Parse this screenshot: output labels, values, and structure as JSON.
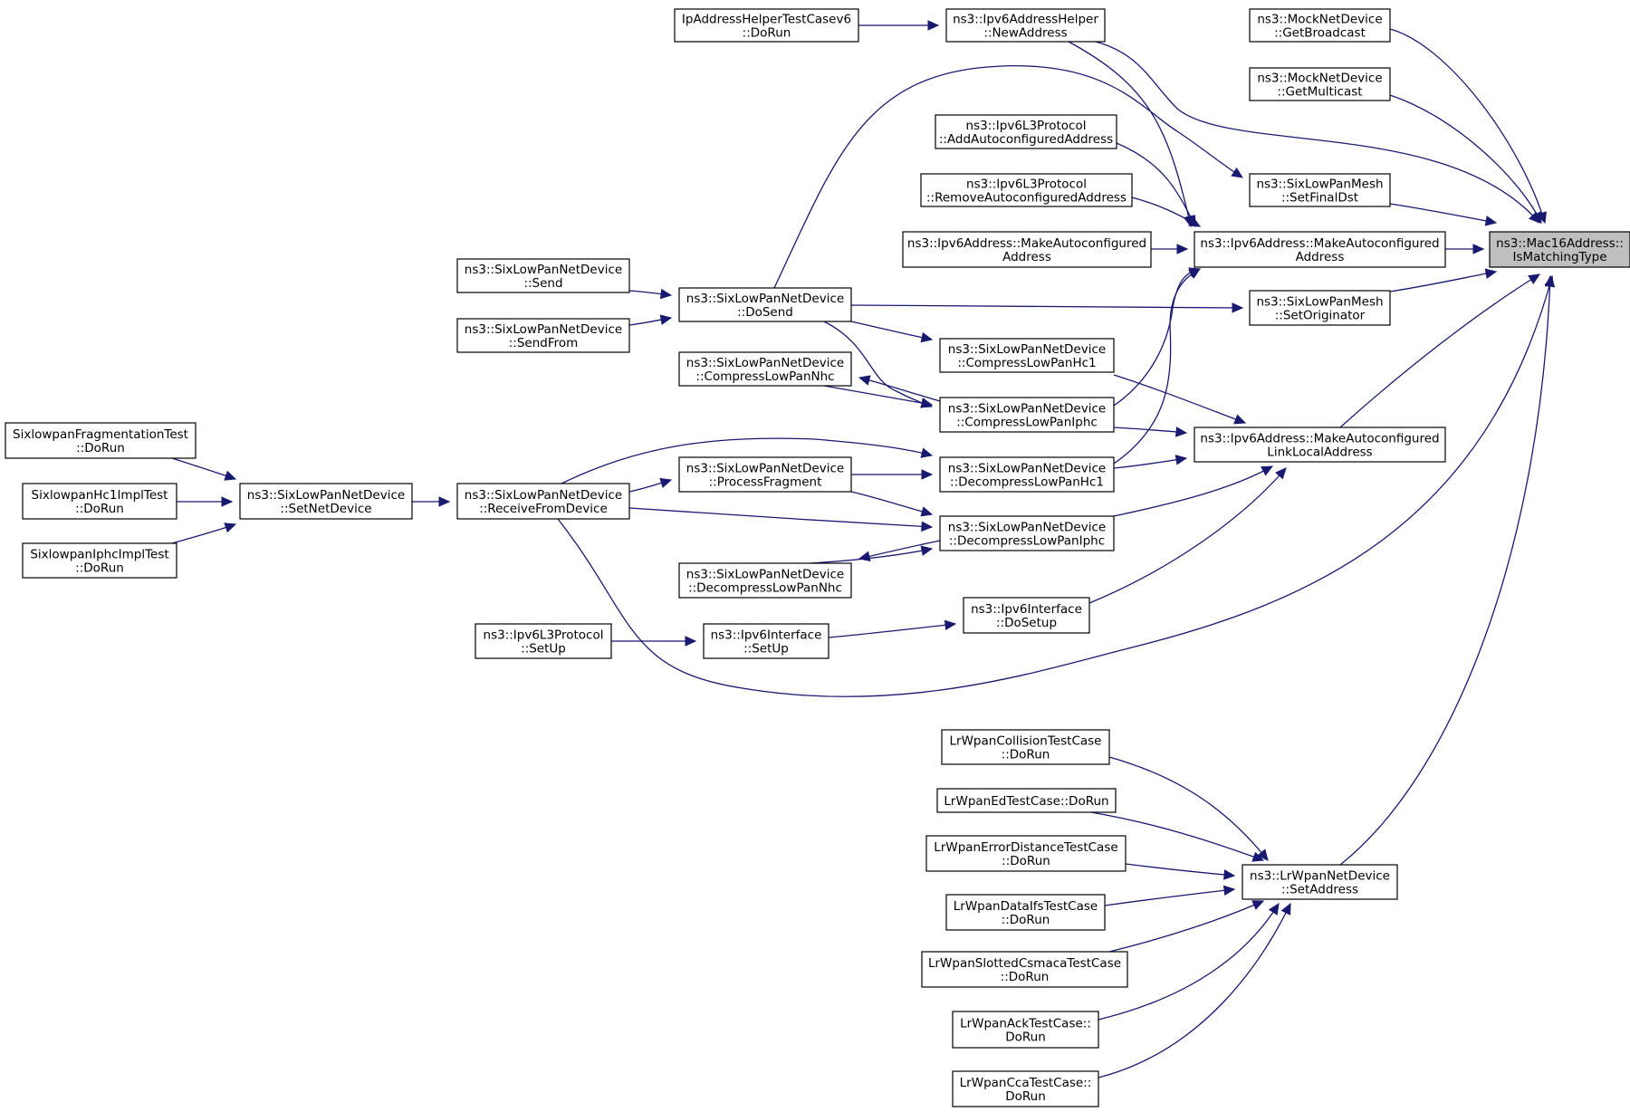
{
  "graph": {
    "nodes": [
      {
        "id": "root",
        "lines": [
          "ns3::Mac16Address::",
          "IsMatchingType"
        ],
        "highlight": true
      },
      {
        "id": "mnd_gb",
        "lines": [
          "ns3::MockNetDevice",
          "::GetBroadcast"
        ]
      },
      {
        "id": "mnd_gm",
        "lines": [
          "ns3::MockNetDevice",
          "::GetMulticast"
        ]
      },
      {
        "id": "mesh_fd",
        "lines": [
          "ns3::SixLowPanMesh",
          "::SetFinalDst"
        ]
      },
      {
        "id": "mk_auto",
        "lines": [
          "ns3::Ipv6Address::MakeAutoconfigured",
          "Address"
        ]
      },
      {
        "id": "mesh_orig",
        "lines": [
          "ns3::SixLowPanMesh",
          "::SetOriginator"
        ]
      },
      {
        "id": "mk_ll",
        "lines": [
          "ns3::Ipv6Address::MakeAutoconfigured",
          "LinkLocalAddress"
        ]
      },
      {
        "id": "lrw_sa",
        "lines": [
          "ns3::LrWpanNetDevice",
          "::SetAddress"
        ]
      },
      {
        "id": "addrhelper",
        "lines": [
          "ns3::Ipv6AddressHelper",
          "::NewAddress"
        ]
      },
      {
        "id": "iphtv6",
        "lines": [
          "IpAddressHelperTestCasev6",
          "::DoRun"
        ]
      },
      {
        "id": "l3_add",
        "lines": [
          "ns3::Ipv6L3Protocol",
          "::AddAutoconfiguredAddress"
        ]
      },
      {
        "id": "l3_rem",
        "lines": [
          "ns3::Ipv6L3Protocol",
          "::RemoveAutoconfiguredAddress"
        ]
      },
      {
        "id": "mk_auto2",
        "lines": [
          "ns3::Ipv6Address::MakeAutoconfigured",
          "Address"
        ]
      },
      {
        "id": "sl_send",
        "lines": [
          "ns3::SixLowPanNetDevice",
          "::Send"
        ]
      },
      {
        "id": "sl_sendfrom",
        "lines": [
          "ns3::SixLowPanNetDevice",
          "::SendFrom"
        ]
      },
      {
        "id": "sl_dosend",
        "lines": [
          "ns3::SixLowPanNetDevice",
          "::DoSend"
        ]
      },
      {
        "id": "sl_chc1",
        "lines": [
          "ns3::SixLowPanNetDevice",
          "::CompressLowPanHc1"
        ]
      },
      {
        "id": "sl_cnhc",
        "lines": [
          "ns3::SixLowPanNetDevice",
          "::CompressLowPanNhc"
        ]
      },
      {
        "id": "sl_ciphc",
        "lines": [
          "ns3::SixLowPanNetDevice",
          "::CompressLowPanIphc"
        ]
      },
      {
        "id": "sl_dhc1",
        "lines": [
          "ns3::SixLowPanNetDevice",
          "::DecompressLowPanHc1"
        ]
      },
      {
        "id": "sl_pfrag",
        "lines": [
          "ns3::SixLowPanNetDevice",
          "::ProcessFragment"
        ]
      },
      {
        "id": "sl_diphc",
        "lines": [
          "ns3::SixLowPanNetDevice",
          "::DecompressLowPanIphc"
        ]
      },
      {
        "id": "sl_dnhc",
        "lines": [
          "ns3::SixLowPanNetDevice",
          "::DecompressLowPanNhc"
        ]
      },
      {
        "id": "sl_recv",
        "lines": [
          "ns3::SixLowPanNetDevice",
          "::ReceiveFromDevice"
        ]
      },
      {
        "id": "sl_setnd",
        "lines": [
          "ns3::SixLowPanNetDevice",
          "::SetNetDevice"
        ]
      },
      {
        "id": "t_frag",
        "lines": [
          "SixlowpanFragmentationTest",
          "::DoRun"
        ]
      },
      {
        "id": "t_hc1",
        "lines": [
          "SixlowpanHc1ImplTest",
          "::DoRun"
        ]
      },
      {
        "id": "t_iphc",
        "lines": [
          "SixlowpanIphcImplTest",
          "::DoRun"
        ]
      },
      {
        "id": "if_dosetup",
        "lines": [
          "ns3::Ipv6Interface",
          "::DoSetup"
        ]
      },
      {
        "id": "if_setup",
        "lines": [
          "ns3::Ipv6Interface",
          "::SetUp"
        ]
      },
      {
        "id": "l3_setup",
        "lines": [
          "ns3::Ipv6L3Protocol",
          "::SetUp"
        ]
      },
      {
        "id": "lw_coll",
        "lines": [
          "LrWpanCollisionTestCase",
          "::DoRun"
        ]
      },
      {
        "id": "lw_ed",
        "lines": [
          "LrWpanEdTestCase::DoRun"
        ]
      },
      {
        "id": "lw_err",
        "lines": [
          "LrWpanErrorDistanceTestCase",
          "::DoRun"
        ]
      },
      {
        "id": "lw_ifs",
        "lines": [
          "LrWpanDataIfsTestCase",
          "::DoRun"
        ]
      },
      {
        "id": "lw_slot",
        "lines": [
          "LrWpanSlottedCsmacaTestCase",
          "::DoRun"
        ]
      },
      {
        "id": "lw_ack",
        "lines": [
          "LrWpanAckTestCase::",
          "DoRun"
        ]
      },
      {
        "id": "lw_cca",
        "lines": [
          "LrWpanCcaTestCase::",
          "DoRun"
        ]
      }
    ],
    "edges": [
      {
        "from": "mnd_gb",
        "to": "root"
      },
      {
        "from": "mnd_gm",
        "to": "root"
      },
      {
        "from": "mesh_fd",
        "to": "root"
      },
      {
        "from": "mk_auto",
        "to": "root"
      },
      {
        "from": "mesh_orig",
        "to": "root"
      },
      {
        "from": "mk_ll",
        "to": "root"
      },
      {
        "from": "lrw_sa",
        "to": "root"
      },
      {
        "from": "addrhelper",
        "to": "root"
      },
      {
        "from": "sl_recv",
        "to": "root"
      },
      {
        "from": "iphtv6",
        "to": "addrhelper"
      },
      {
        "from": "addrhelper",
        "to": "mk_auto"
      },
      {
        "from": "l3_add",
        "to": "mk_auto"
      },
      {
        "from": "l3_rem",
        "to": "mk_auto"
      },
      {
        "from": "mk_auto2",
        "to": "mk_auto"
      },
      {
        "from": "sl_ciphc",
        "to": "mk_auto"
      },
      {
        "from": "sl_dhc1",
        "to": "mk_auto"
      },
      {
        "from": "sl_dosend",
        "to": "mesh_fd"
      },
      {
        "from": "sl_dosend",
        "to": "mesh_orig"
      },
      {
        "from": "sl_chc1",
        "to": "mk_ll"
      },
      {
        "from": "sl_ciphc",
        "to": "mk_ll"
      },
      {
        "from": "sl_dhc1",
        "to": "mk_ll"
      },
      {
        "from": "sl_diphc",
        "to": "mk_ll"
      },
      {
        "from": "if_dosetup",
        "to": "mk_ll"
      },
      {
        "from": "sl_send",
        "to": "sl_dosend"
      },
      {
        "from": "sl_sendfrom",
        "to": "sl_dosend"
      },
      {
        "from": "sl_dosend",
        "to": "sl_chc1"
      },
      {
        "from": "sl_dosend",
        "to": "sl_ciphc"
      },
      {
        "from": "sl_ciphc",
        "to": "sl_cnhc"
      },
      {
        "from": "sl_cnhc",
        "to": "sl_ciphc"
      },
      {
        "from": "sl_recv",
        "to": "sl_dhc1"
      },
      {
        "from": "sl_pfrag",
        "to": "sl_dhc1"
      },
      {
        "from": "sl_recv",
        "to": "sl_pfrag"
      },
      {
        "from": "sl_pfrag",
        "to": "sl_diphc"
      },
      {
        "from": "sl_recv",
        "to": "sl_diphc"
      },
      {
        "from": "sl_diphc",
        "to": "sl_dnhc"
      },
      {
        "from": "sl_dnhc",
        "to": "sl_diphc"
      },
      {
        "from": "sl_setnd",
        "to": "sl_recv"
      },
      {
        "from": "t_frag",
        "to": "sl_setnd"
      },
      {
        "from": "t_hc1",
        "to": "sl_setnd"
      },
      {
        "from": "t_iphc",
        "to": "sl_setnd"
      },
      {
        "from": "if_setup",
        "to": "if_dosetup"
      },
      {
        "from": "l3_setup",
        "to": "if_setup"
      },
      {
        "from": "lw_coll",
        "to": "lrw_sa"
      },
      {
        "from": "lw_ed",
        "to": "lrw_sa"
      },
      {
        "from": "lw_err",
        "to": "lrw_sa"
      },
      {
        "from": "lw_ifs",
        "to": "lrw_sa"
      },
      {
        "from": "lw_slot",
        "to": "lrw_sa"
      },
      {
        "from": "lw_ack",
        "to": "lrw_sa"
      },
      {
        "from": "lw_cca",
        "to": "lrw_sa"
      }
    ]
  }
}
